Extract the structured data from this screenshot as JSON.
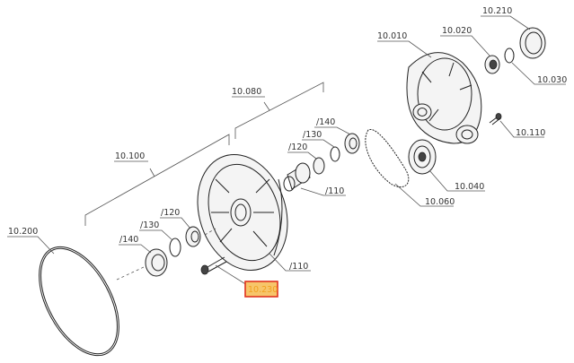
{
  "labels": {
    "l10_210": "10.210",
    "l10_010": "10.010",
    "l10_020": "10.020",
    "l10_030": "10.030",
    "l10_080": "10.080",
    "l10_110": "10.110",
    "l140a": "/140",
    "l130a": "/130",
    "l120a": "/120",
    "l110a": "/110",
    "l10_040": "10.040",
    "l10_060": "10.060",
    "l10_100": "10.100",
    "l120b": "/120",
    "l130b": "/130",
    "l140b": "/140",
    "l10_200": "10.200",
    "l110b": "/110",
    "l10_230": "10.230"
  },
  "colors": {
    "highlight_fill": "#f7c56a",
    "highlight_border": "#e0321e",
    "highlight_text": "#f2a020"
  }
}
